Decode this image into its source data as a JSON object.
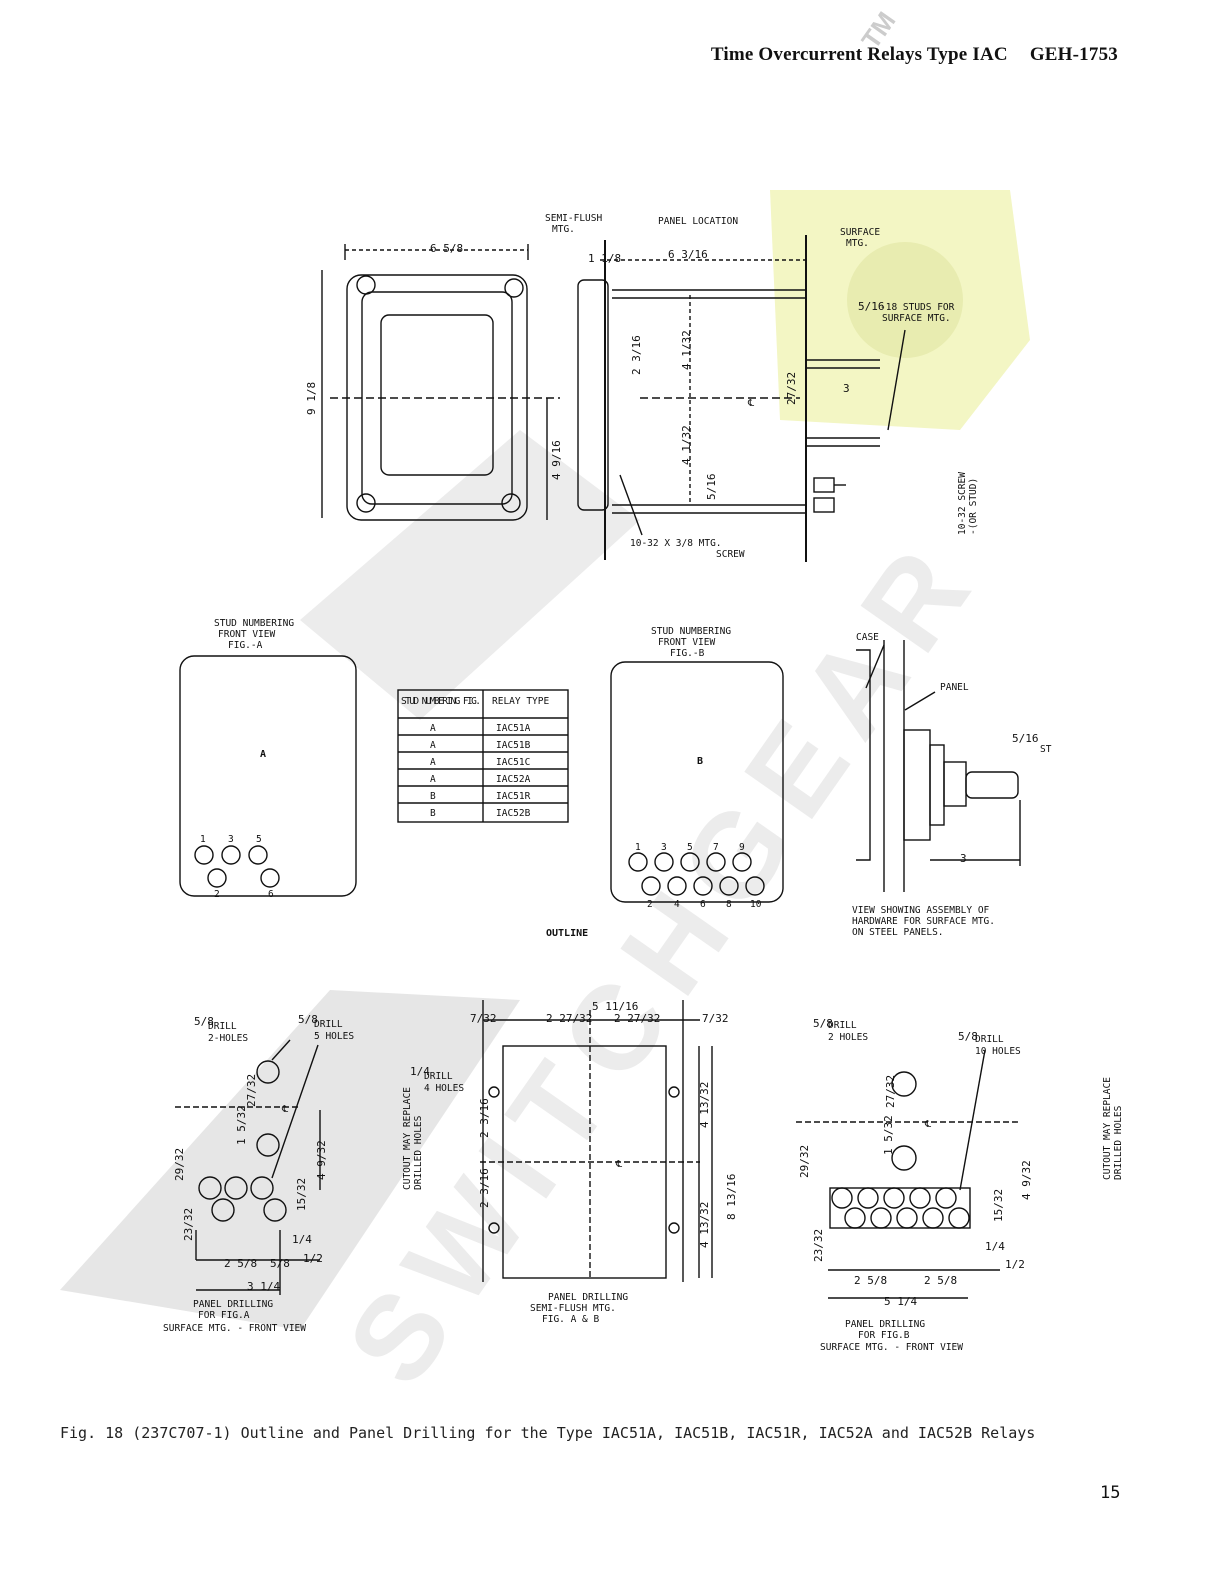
{
  "header": {
    "title": "Time Overcurrent Relays Type IAC",
    "doc_number": "GEH-1753"
  },
  "watermark": {
    "brand": "SWITCHGEAR",
    "tm": "TM",
    "colors": {
      "gray": "#d8d8d8",
      "yellow": "#f3f6c4"
    }
  },
  "labels": {
    "semi_flush": [
      "SEMI-FLUSH",
      "MTG."
    ],
    "panel_location": "PANEL LOCATION",
    "surface_mtg": [
      "SURFACE",
      "MTG."
    ],
    "studs_surface": [
      "-18 STUDS FOR",
      "SURFACE MTG."
    ],
    "mtg_screw": [
      "10-32 X 3/8 MTG.",
      "SCREW"
    ],
    "screw_or_stud": [
      "10-32 SCREW",
      "-(OR STUD)"
    ],
    "stud_numbering_a": [
      "STUD NUMBERING",
      "FRONT VIEW",
      "FIG.-A"
    ],
    "stud_numbering_b": [
      "STUD NUMBERING",
      "FRONT VIEW",
      "FIG.-B"
    ],
    "fig_a_letter": "A",
    "fig_b_letter": "B",
    "outline": "OUTLINE",
    "case": "CASE",
    "panel": "PANEL",
    "assembly_view": [
      "VIEW SHOWING ASSEMBLY OF",
      "HARDWARE FOR SURFACE MTG.",
      "ON STEEL PANELS."
    ],
    "drill_58_2": [
      "DRILL",
      "2-HOLES"
    ],
    "drill_34_5": [
      "DRILL",
      "5 HOLES"
    ],
    "drill_14_4": [
      "DRILL",
      "4 HOLES"
    ],
    "drill_58_2b": [
      "DRILL",
      "2 HOLES"
    ],
    "drill_34_10": [
      "DRILL",
      "10 HOLES"
    ],
    "cutout": [
      "CUTOUT MAY REPLACE",
      "DRILLED HOLES"
    ],
    "panel_drilling_a": [
      "PANEL DRILLING",
      "FOR FIG.A",
      "SURFACE MTG. - FRONT VIEW"
    ],
    "panel_drilling_semi": [
      "PANEL DRILLING",
      "SEMI-FLUSH MTG.",
      "FIG. A & B"
    ],
    "panel_drilling_b": [
      "PANEL DRILLING",
      "FOR FIG.B",
      "SURFACE MTG. - FRONT VIEW"
    ],
    "cl": "℄",
    "stud_cut": "ST"
  },
  "dimensions": {
    "width_6_5_8": "6 5/8",
    "height_9_1_8": "9 1/8",
    "d_4_9_16": "4 9/16",
    "d_1_1_8": "1 1/8",
    "d_6_3_16": "6 3/16",
    "d_5_16": "5/16",
    "d_2_3_16": "2 3/16",
    "d_4_1_32": "4 1/32",
    "d_27_32": "27/32",
    "d_3": "3",
    "d_5_11_16": "5 11/16",
    "d_2_27_32": "2 27/32",
    "d_7_32": "7/32",
    "d_4_13_32": "4 13/32",
    "d_8_13_16": "8 13/16",
    "d_5_1_4": "5 1/4",
    "d_3_1_4": "3 1/4",
    "d_2_5_8": "2 5/8",
    "d_29_32": "29/32",
    "d_23_32": "23/32",
    "d_15_32": "15/32",
    "d_1_4": "1/4",
    "d_1_2": "1/2",
    "d_5_8": "5/8",
    "d_4_9_32": "4 9/32",
    "d_1_5_32": "1 5/32"
  },
  "stud_table": {
    "headers": [
      "STUD NUMBERING FIG.",
      "RELAY TYPE"
    ],
    "rows": [
      [
        "A",
        "IAC51A"
      ],
      [
        "A",
        "IAC51B"
      ],
      [
        "A",
        "IAC51C"
      ],
      [
        "A",
        "IAC52A"
      ],
      [
        "B",
        "IAC51R"
      ],
      [
        "B",
        "IAC52B"
      ]
    ]
  },
  "fig_a_studs": {
    "top": [
      "1",
      "3",
      "5"
    ],
    "bottom": [
      "2",
      "6"
    ]
  },
  "fig_b_studs": {
    "top": [
      "1",
      "3",
      "5",
      "7",
      "9"
    ],
    "bottom": [
      "2",
      "4",
      "6",
      "8",
      "10"
    ]
  },
  "caption": "Fig. 18 (237C707-1) Outline and Panel Drilling for the Type IAC51A, IAC51B, IAC51R, IAC52A and IAC52B Relays",
  "page_number": "15"
}
